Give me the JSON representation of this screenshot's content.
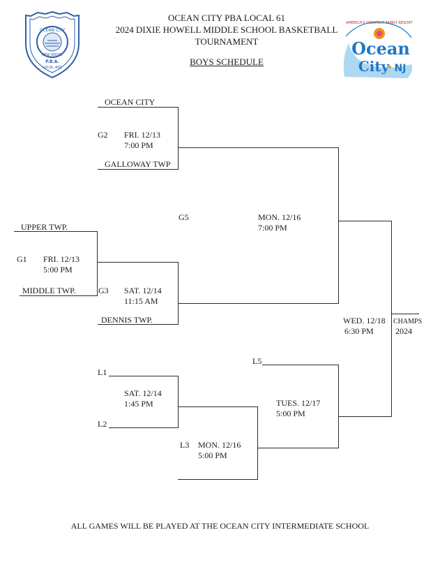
{
  "header": {
    "org": "OCEAN CITY PBA LOCAL 61",
    "line2": "2024 DIXIE HOWELL MIDDLE SCHOOL BASKETBALL",
    "line3": "TOURNAMENT",
    "subtitle": "BOYS SCHEDULE"
  },
  "logos": {
    "pba": {
      "icon": "police-badge-logo",
      "ring_text": "OCEAN CITY",
      "lower_text": "NEW JERSEY",
      "banner1": "P.B.A.",
      "banner2": "LOCAL #61"
    },
    "ocean_city": {
      "icon": "ocean-city-nj-logo",
      "tagline": "AMERICA'S GREATEST FAMILY RESORT",
      "word1": "Ocean",
      "word2": "City",
      "word3": "NJ"
    }
  },
  "teams": {
    "ocean_city": "OCEAN CITY",
    "galloway": "GALLOWAY TWP",
    "upper": "UPPER TWP.",
    "middle": "MIDDLE TWP.",
    "dennis": "DENNIS TWP."
  },
  "games": {
    "g2": {
      "id": "G2",
      "date": "FRI. 12/13",
      "time": "7:00 PM"
    },
    "g1": {
      "id": "G1",
      "date": "FRI. 12/13",
      "time": "5:00 PM"
    },
    "g3": {
      "id": "G3",
      "date": "SAT. 12/14",
      "time": "11:15 AM"
    },
    "g5": {
      "id": "G5",
      "date": "MON. 12/16",
      "time": "7:00 PM"
    },
    "l_sat": {
      "date": "SAT. 12/14",
      "time": "1:45 PM"
    },
    "l3": {
      "id": "L3",
      "date": "MON. 12/16",
      "time": "5:00 PM"
    },
    "l_tue": {
      "date": "TUES. 12/17",
      "time": "5:00 PM"
    },
    "final": {
      "date": "WED. 12/18",
      "time": "6:30 PM"
    }
  },
  "labels": {
    "l1": "L1",
    "l2": "L2",
    "l5": "L5",
    "champs": "CHAMPS",
    "year": "2024"
  },
  "footer": "ALL GAMES WILL BE PLAYED AT THE OCEAN CITY INTERMEDIATE SCHOOL",
  "colors": {
    "ink": "#1a1a1a",
    "badge_blue": "#2f5fa8",
    "ocean_blue": "#1e78c8",
    "ocean_orange": "#f0911e"
  }
}
